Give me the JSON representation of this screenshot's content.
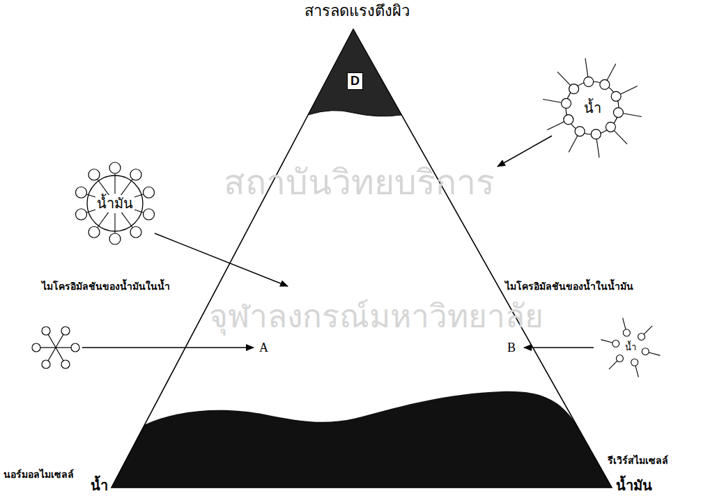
{
  "diagram": {
    "nodes": [
      {
        "text": [
          "D"
        ]
      },
      {
        "text": [
          "น้ำมัน"
        ]
      },
      {
        "text": [
          "น้ำ"
        ]
      },
      {
        "text": [
          "น้ำ"
        ]
      }
    ],
    "labels": [
      "สารลดแรงตึงผิว",
      "ไมโครอิมัลชันของน้ำมันในน้ำ",
      "ไมโครอิมัลชันของน้ำในน้ำมัน",
      "สถาบันวิทยบริการ",
      "A",
      "B",
      "จุฬาลงกรณ์มหาวิทยาลัย",
      "นอร์มอลไมเซลล์",
      "รีเวิร์สไมเซลล์",
      "น้ำ",
      "น้ำมัน"
    ]
  }
}
